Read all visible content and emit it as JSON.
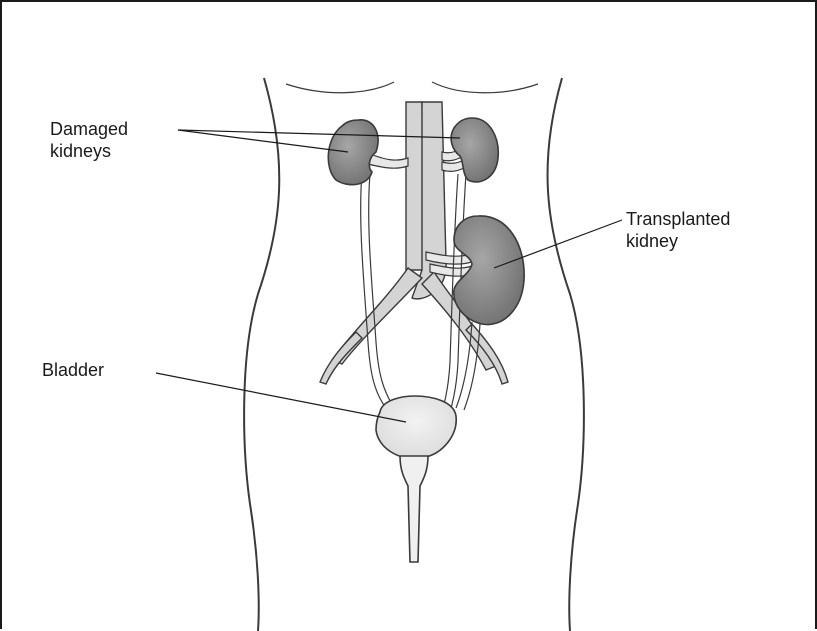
{
  "labels": {
    "damaged_line1": "Damaged",
    "damaged_line2": "kidneys",
    "transplanted_line1": "Transplanted",
    "transplanted_line2": "kidney",
    "bladder": "Bladder"
  },
  "colors": {
    "kidney": "#8a8a8a",
    "bladder": "#e6e6e6",
    "vessel": "#d4d4d4",
    "outline": "#3a3a3a",
    "frame": "#1a1a1a"
  }
}
